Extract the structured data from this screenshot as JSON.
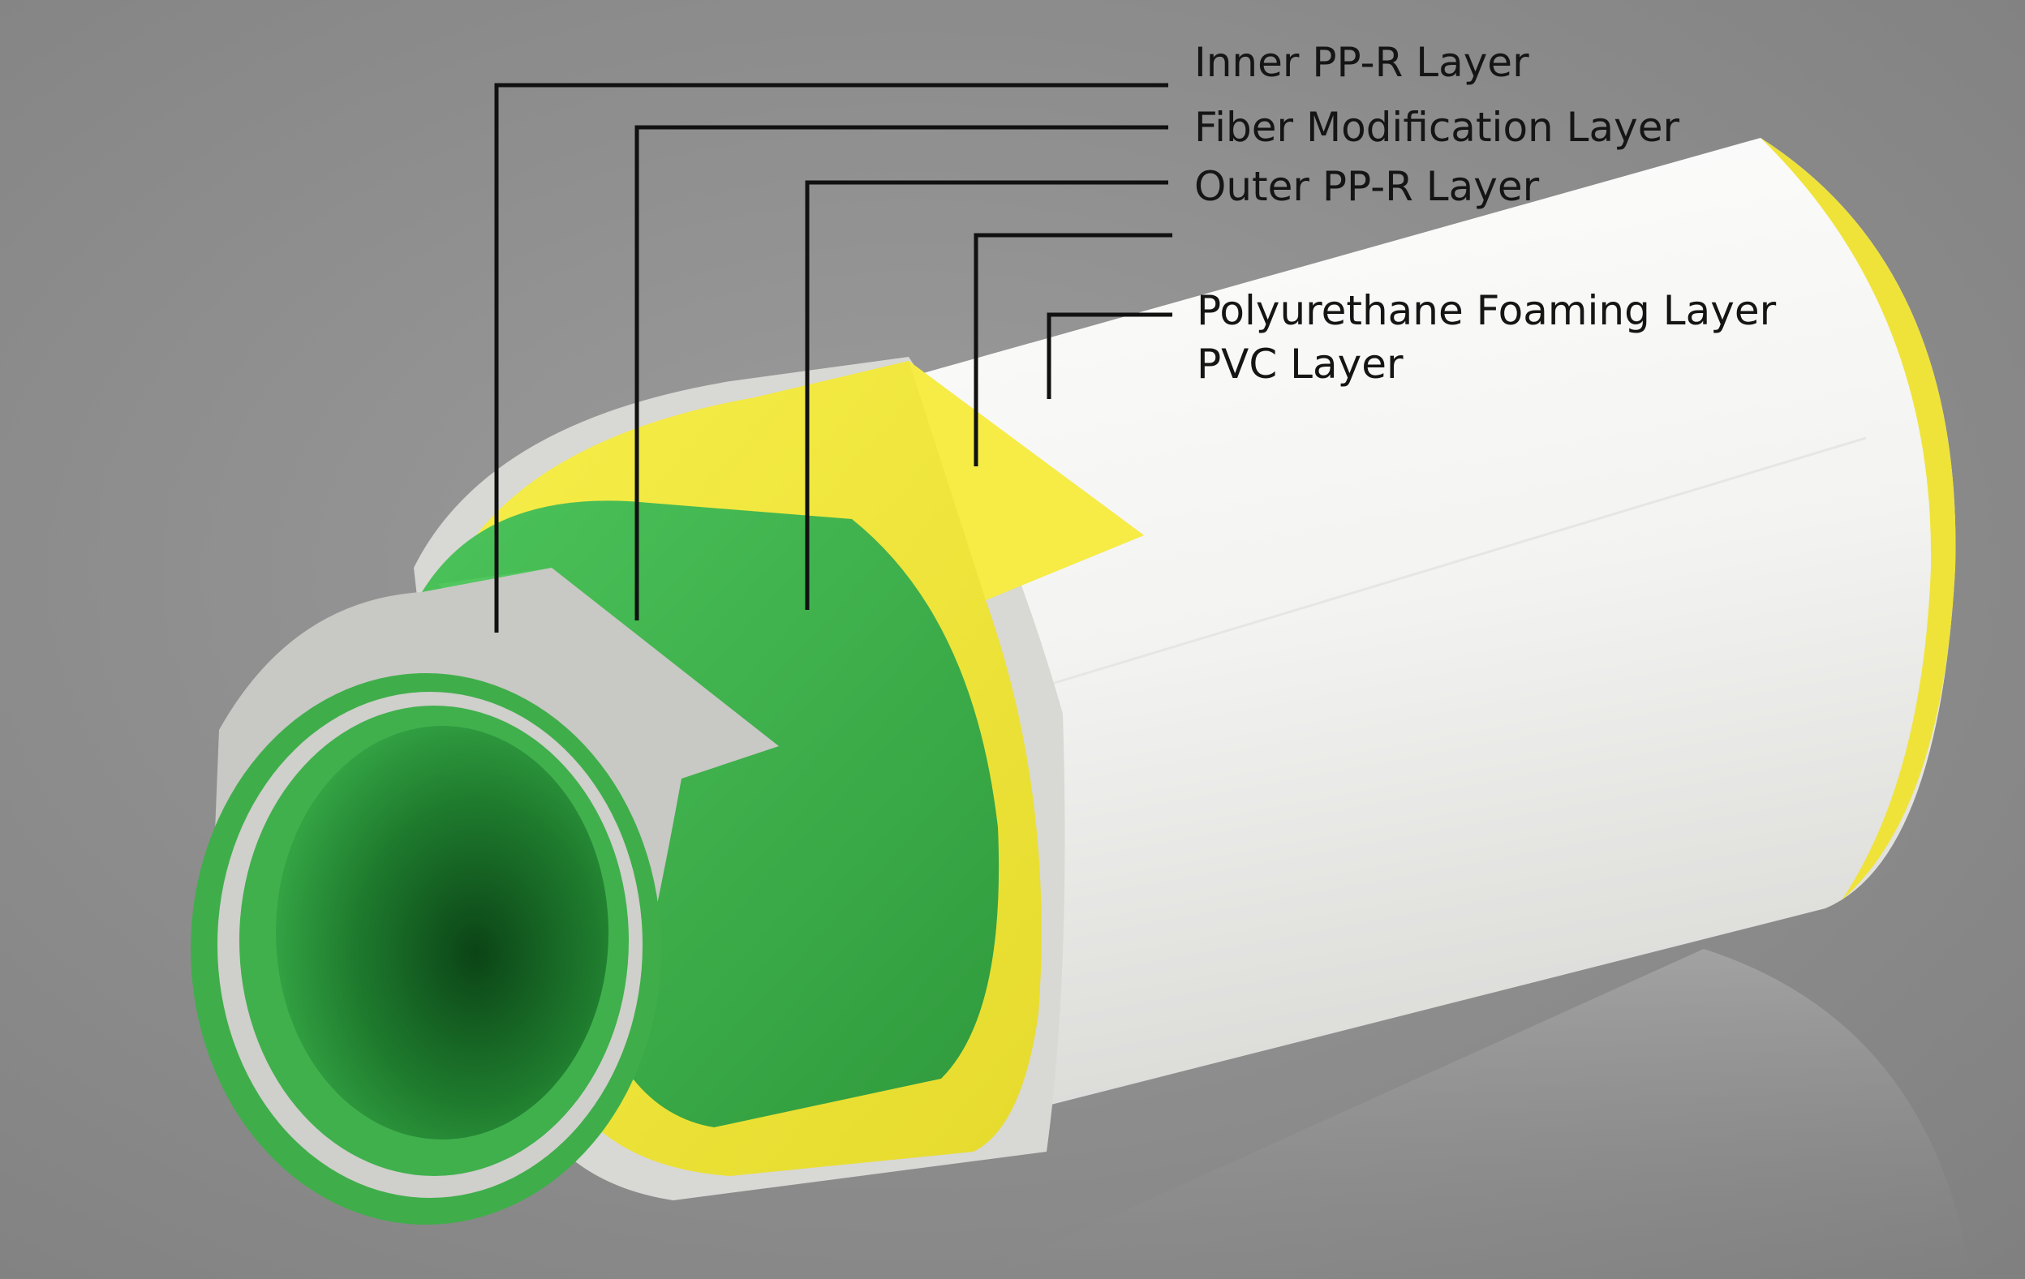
{
  "diagram": {
    "layers": [
      {
        "id": "inner",
        "label": "Inner PP-R Layer",
        "color": "#3fae4a"
      },
      {
        "id": "fiber",
        "label": "Fiber Modification Layer",
        "color": "#d4d4d0"
      },
      {
        "id": "outer",
        "label": "Outer PP-R Layer",
        "color": "#45b551"
      },
      {
        "id": "foam",
        "label": "Polyurethane Foaming Layer",
        "color": "#f2e93a"
      },
      {
        "id": "pvc",
        "label": "PVC Layer",
        "color": "#f4f4f2"
      }
    ],
    "background_color": "#8f8f8f"
  }
}
